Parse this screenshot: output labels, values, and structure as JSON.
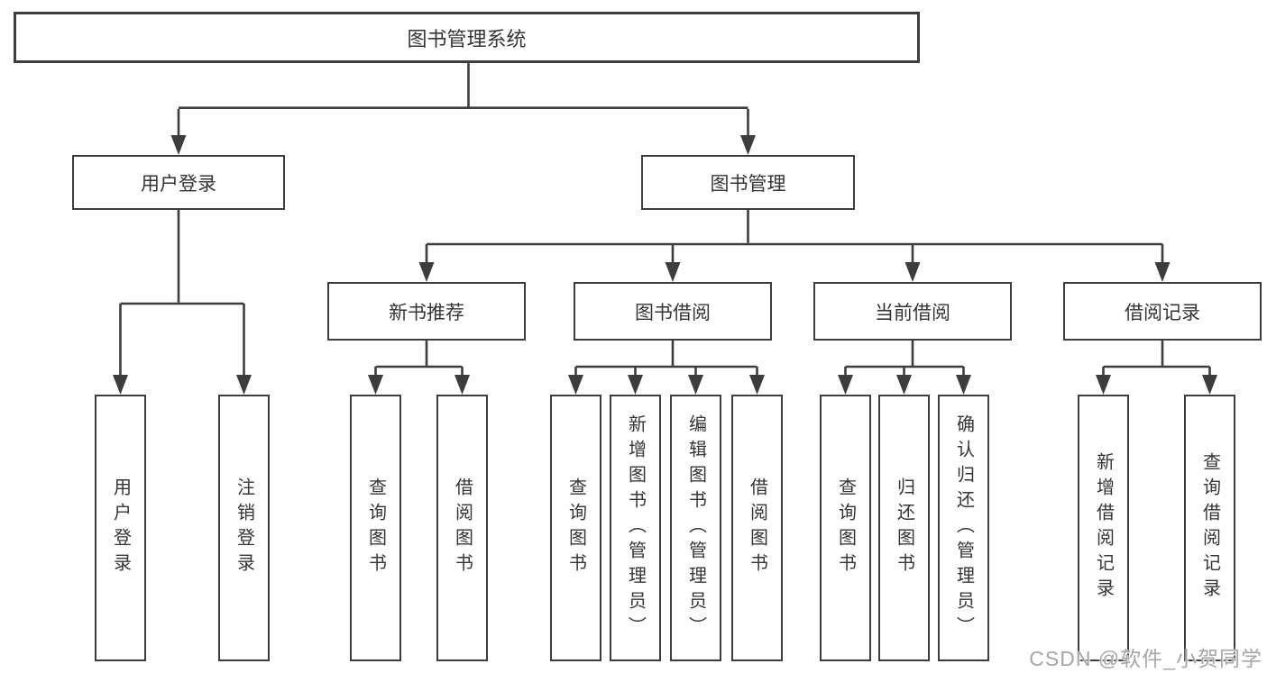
{
  "diagram": {
    "root": {
      "label": "图书管理系统"
    },
    "level2": [
      {
        "label": "用户登录"
      },
      {
        "label": "图书管理"
      }
    ],
    "level3": [
      {
        "label": "新书推荐",
        "parent": "图书管理"
      },
      {
        "label": "图书借阅",
        "parent": "图书管理"
      },
      {
        "label": "当前借阅",
        "parent": "图书管理"
      },
      {
        "label": "借阅记录",
        "parent": "图书管理"
      }
    ],
    "leaves": [
      {
        "label": "用户登录",
        "parent": "用户登录"
      },
      {
        "label": "注销登录",
        "parent": "用户登录"
      },
      {
        "label": "查询图书",
        "parent": "新书推荐"
      },
      {
        "label": "借阅图书",
        "parent": "新书推荐"
      },
      {
        "label": "查询图书",
        "parent": "图书借阅"
      },
      {
        "label": "新增图书（管理员）",
        "parent": "图书借阅"
      },
      {
        "label": "编辑图书（管理员）",
        "parent": "图书借阅"
      },
      {
        "label": "借阅图书",
        "parent": "图书借阅"
      },
      {
        "label": "查询图书",
        "parent": "当前借阅"
      },
      {
        "label": "归还图书",
        "parent": "当前借阅"
      },
      {
        "label": "确认归还（管理员）",
        "parent": "当前借阅"
      },
      {
        "label": "新增借阅记录",
        "parent": "借阅记录"
      },
      {
        "label": "查询借阅记录",
        "parent": "借阅记录"
      }
    ]
  },
  "watermark": {
    "text": "CSDN @软件_小贺同学"
  },
  "colors": {
    "line": "#3d3d3d",
    "text": "#353535",
    "watermark": "#a6a6a6",
    "background": "#ffffff"
  }
}
